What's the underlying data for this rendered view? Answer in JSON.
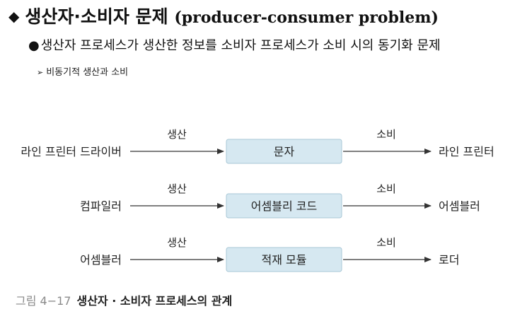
{
  "header": {
    "bullet": "◆",
    "title_ko": "생산자·소비자 문제",
    "title_en": "(producer-consumer problem)",
    "subtitle_bullet": "●",
    "subtitle": "생산자 프로세스가 생산한 정보를 소비자 프로세스가 소비 시의 동기화 문제",
    "subsub_bullet": "➢",
    "subsub": "비동기적 생산과 소비"
  },
  "diagram": {
    "rows": [
      {
        "producer": "라인 프린터 드라이버",
        "produce_label": "생산",
        "item": "문자",
        "consume_label": "소비",
        "consumer": "라인 프린터"
      },
      {
        "producer": "컴파일러",
        "produce_label": "생산",
        "item": "어셈블리 코드",
        "consume_label": "소비",
        "consumer": "어셈블러"
      },
      {
        "producer": "어셈블러",
        "produce_label": "생산",
        "item": "적재 모듈",
        "consume_label": "소비",
        "consumer": "로더"
      }
    ],
    "colors": {
      "box_fill": "#d6e8f1",
      "box_stroke": "#a8c7d6",
      "line": "#333333",
      "text": "#222222"
    }
  },
  "caption": {
    "number": "그림 4−17",
    "text": "생산자 · 소비자 프로세스의 관계"
  }
}
